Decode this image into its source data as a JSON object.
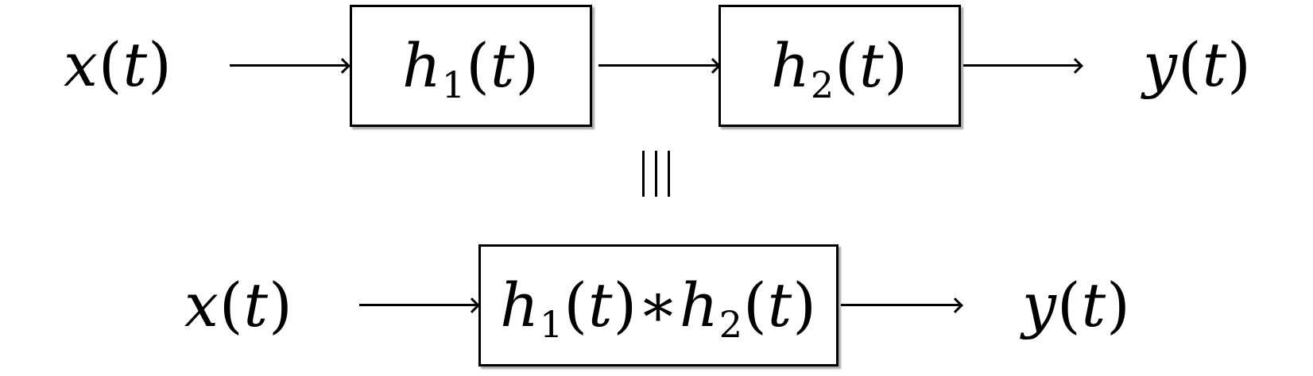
{
  "top_row": {
    "input": {
      "var": "x",
      "arg": "t"
    },
    "block1": {
      "fn": "h",
      "sub": "1",
      "arg": "t"
    },
    "block2": {
      "fn": "h",
      "sub": "2",
      "arg": "t"
    },
    "output": {
      "var": "y",
      "arg": "t"
    }
  },
  "bottom_row": {
    "input": {
      "var": "x",
      "arg": "t"
    },
    "block": {
      "fn_a": "h",
      "sub_a": "1",
      "arg_a": "t",
      "op": "∗",
      "fn_b": "h",
      "sub_b": "2",
      "arg_b": "t"
    },
    "output": {
      "var": "y",
      "arg": "t"
    }
  },
  "equivalence_symbol": "≡"
}
